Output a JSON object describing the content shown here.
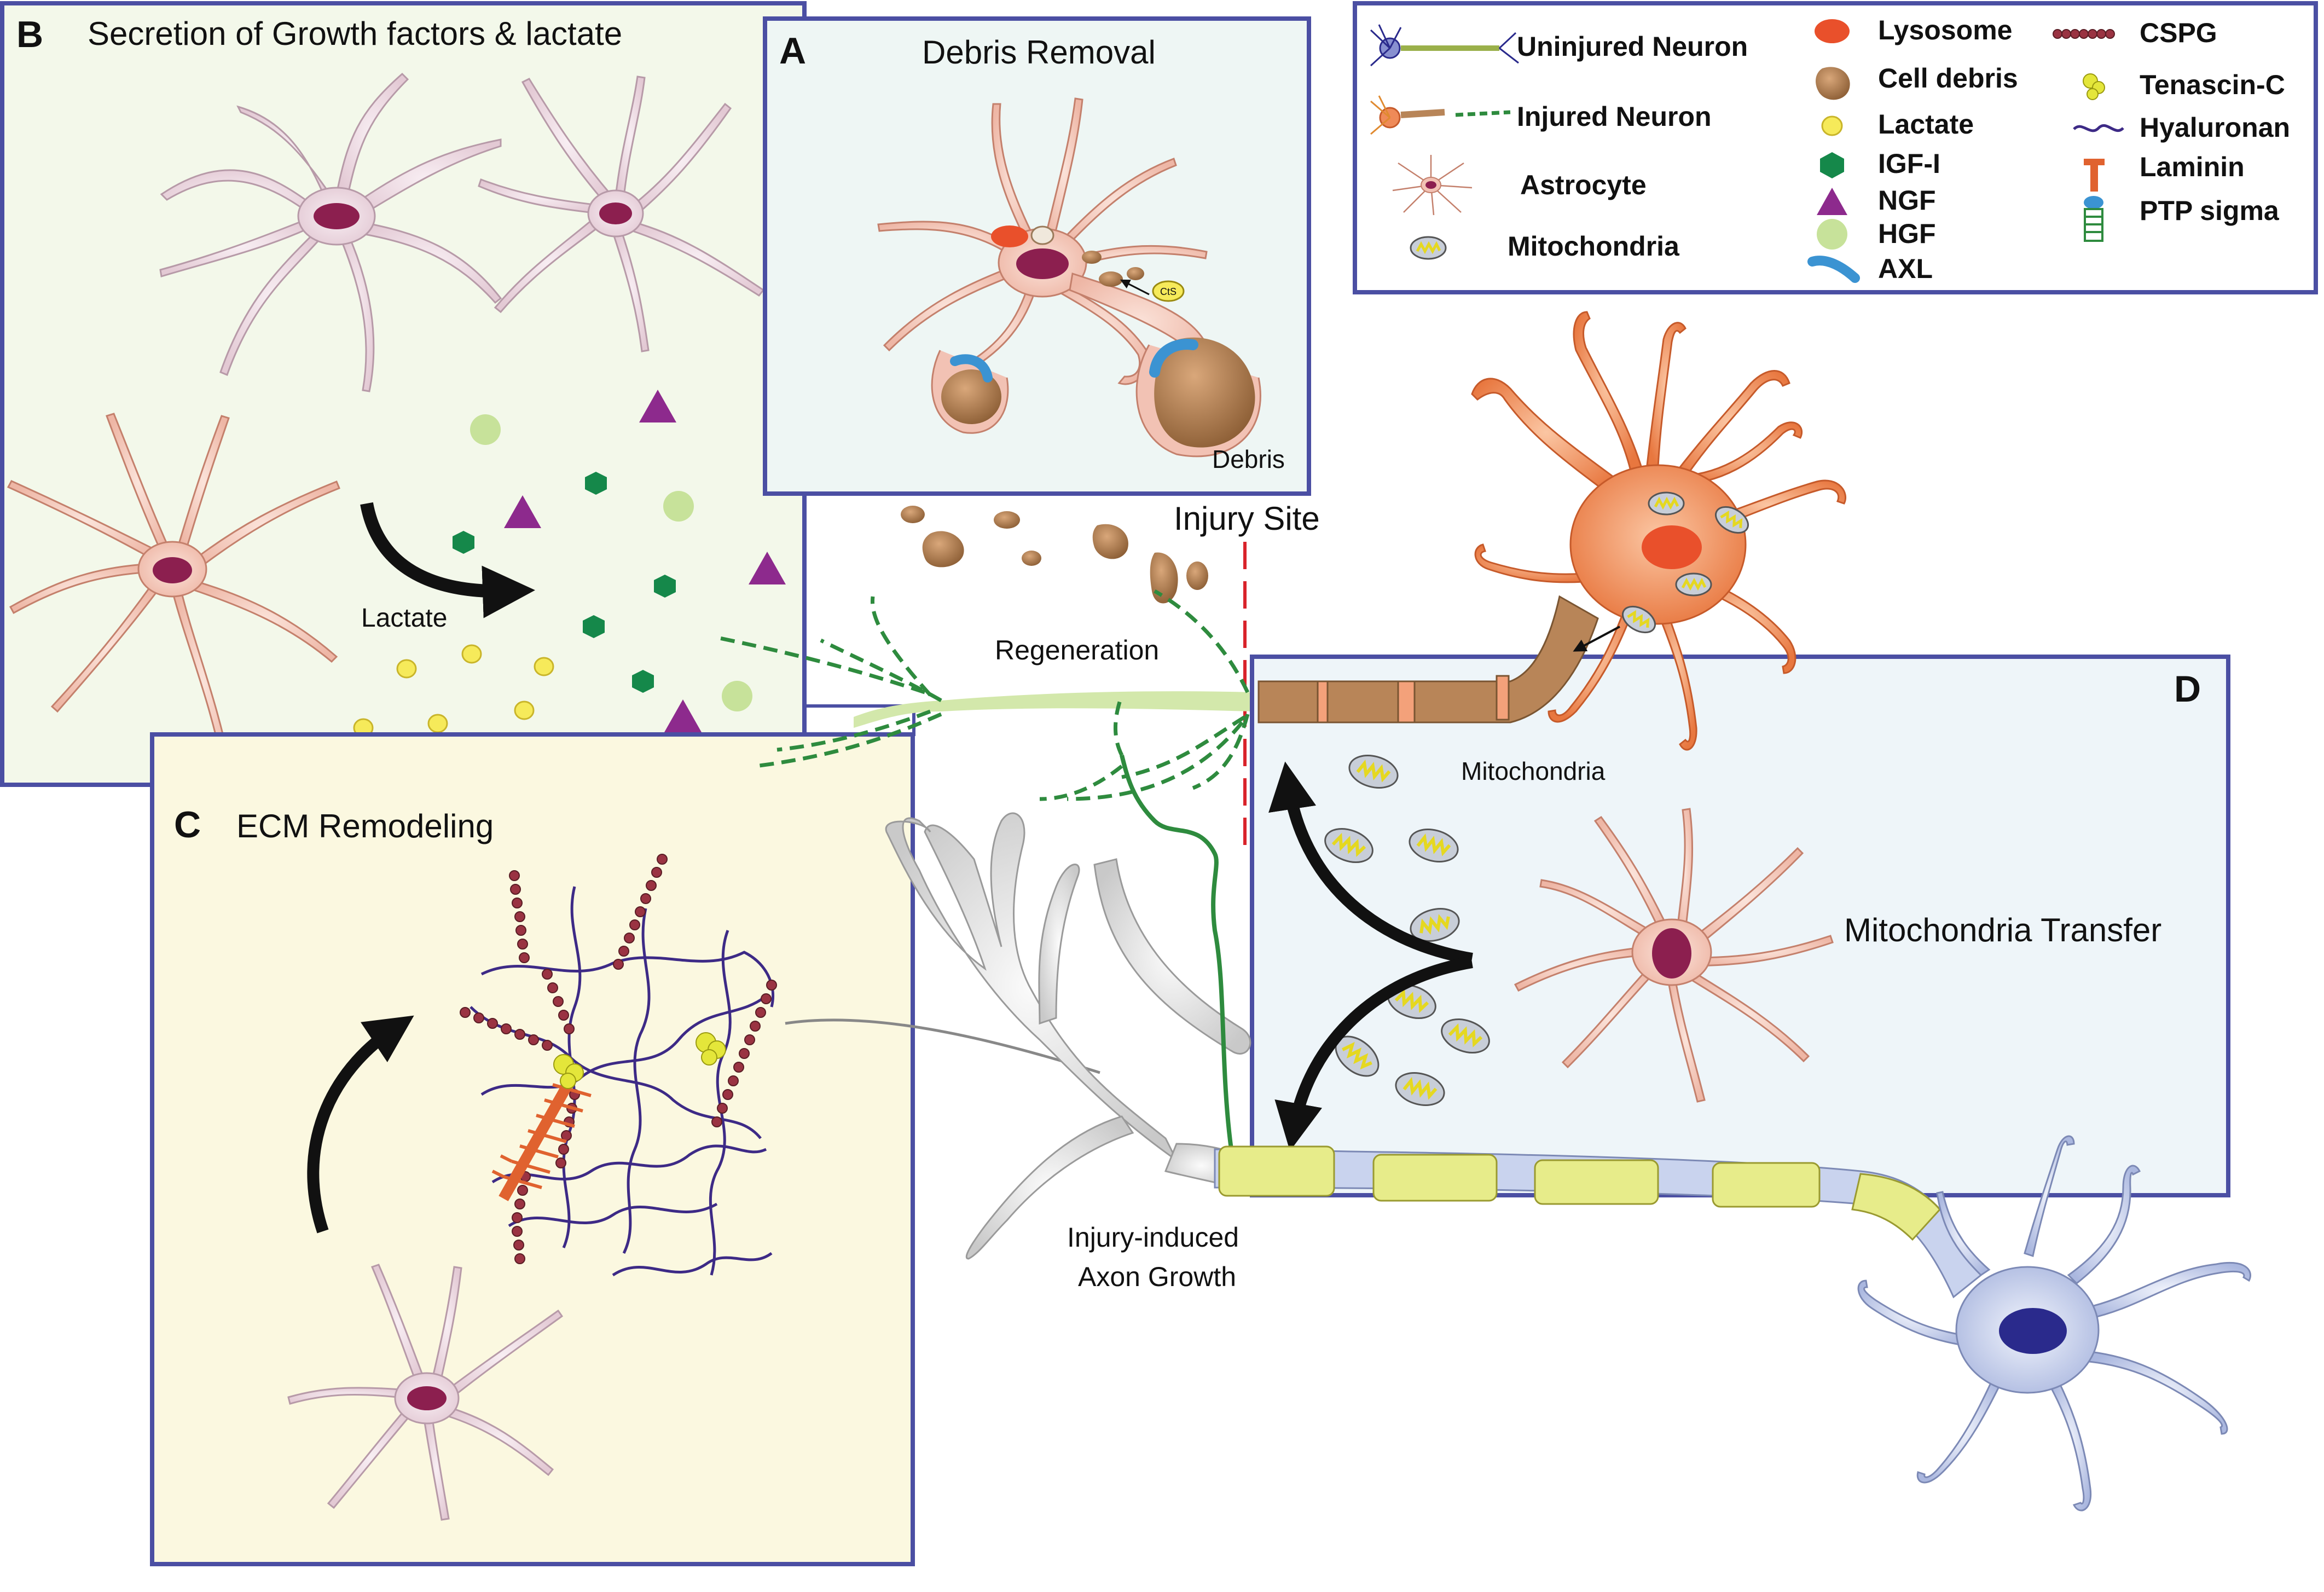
{
  "panels": {
    "a": {
      "letter": "A",
      "title": "Debris Removal",
      "debris_label": "Debris",
      "lysosome_tag": "CtS"
    },
    "b": {
      "letter": "B",
      "title": "Secretion of Growth factors & lactate",
      "lactate_label": "Lactate"
    },
    "c": {
      "letter": "C",
      "title": "ECM Remodeling"
    },
    "d": {
      "letter": "D",
      "title": "Mitochondria Transfer",
      "mito_label": "Mitochondria"
    }
  },
  "labels": {
    "injury_site": "Injury Site",
    "regeneration": "Regeneration",
    "axon_growth_line1": "Injury-induced",
    "axon_growth_line2": "Axon Growth"
  },
  "legend": {
    "col1": [
      "Uninjured Neuron",
      "Injured Neuron",
      "Astrocyte",
      "Mitochondria"
    ],
    "col2": [
      "Lysosome",
      "Cell debris",
      "Lactate",
      "IGF-I",
      "NGF",
      "HGF",
      "AXL"
    ],
    "col3": [
      "CSPG",
      "Tenascin-C",
      "Hyaluronan",
      "Laminin",
      "PTP sigma"
    ]
  },
  "colors": {
    "panel_border": "#4b4fa3",
    "panel_b_bg": "#f3f8ea",
    "panel_a_bg": "#eef6f4",
    "panel_c_bg": "#fbf8e0",
    "panel_d_bg": "#eef5f9",
    "astrocyte": "#f2c2b4",
    "astrocyte_pale": "#ecd9e2",
    "nucleus": "#8c1f4f",
    "injured_neuron": "#ef8a58",
    "uninjured_neuron": "#c9d3ee",
    "debris": "#b88558",
    "lactate": "#f6ea5a",
    "igf": "#15884a",
    "ngf": "#8d2a8d",
    "hgf": "#c7e29a",
    "axl": "#3b93d2",
    "myelin": "#e7ec8a",
    "regeneration": "#cfe6a5",
    "injury_line": "#d9232b"
  }
}
